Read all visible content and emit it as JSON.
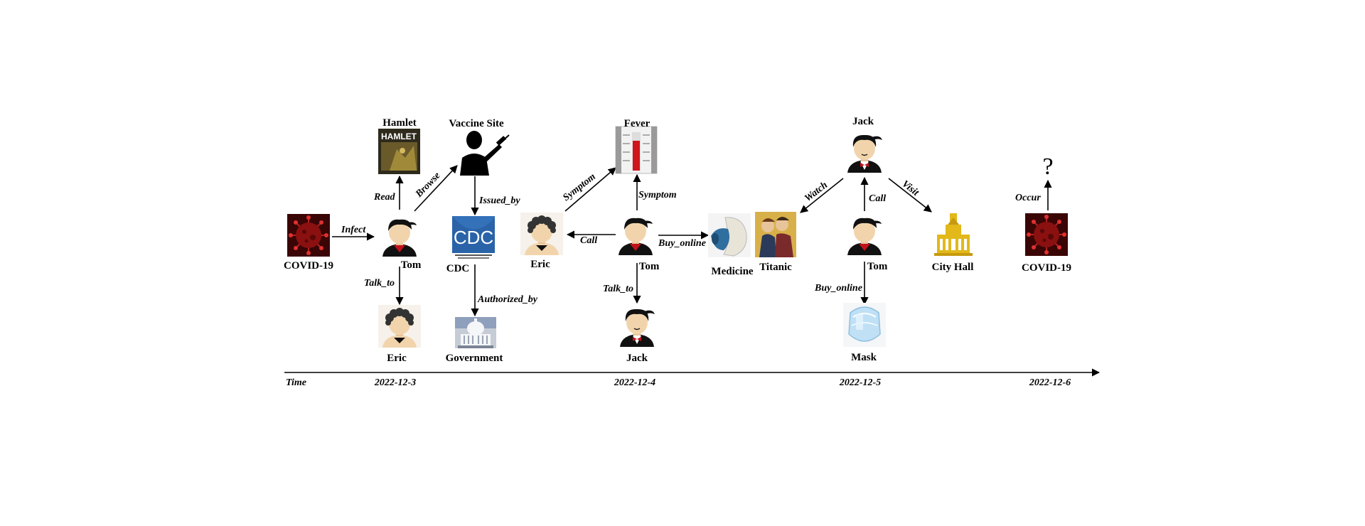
{
  "nodes": {
    "covid_1": "COVID-19",
    "hamlet": "Hamlet",
    "hamlet_cover": "HAMLET",
    "vaccine_site": "Vaccine Site",
    "tom_1": "Tom",
    "cdc": "CDC",
    "cdc_logo": "CDC",
    "eric_1": "Eric",
    "government": "Government",
    "eric_2": "Eric",
    "fever": "Fever",
    "tom_2": "Tom",
    "jack_1": "Jack",
    "medicine": "Medicine",
    "titanic": "Titanic",
    "jack_2": "Jack",
    "tom_3": "Tom",
    "mask": "Mask",
    "city_hall": "City Hall",
    "covid_2": "COVID-19",
    "unknown": "?"
  },
  "relations": {
    "infect": "Infect",
    "read": "Read",
    "browse": "Browse",
    "talk_to_1": "Talk_to",
    "issued_by": "Issued_by",
    "authorized_by": "Authorized_by",
    "symptom_1": "Symptom",
    "symptom_2": "Symptom",
    "call_1": "Call",
    "buy_online_1": "Buy_online",
    "talk_to_2": "Talk_to",
    "watch": "Watch",
    "call_2": "Call",
    "visit": "Visit",
    "buy_online_2": "Buy_online",
    "occur": "Occur"
  },
  "timeline": {
    "label": "Time",
    "dates": [
      "2022-12-3",
      "2022-12-4",
      "2022-12-5",
      "2022-12-6"
    ]
  },
  "colors": {
    "virus": "#8b1010",
    "virus_dark": "#3a0505",
    "skin": "#f2d4ac",
    "hair": "#111111",
    "shirt_red": "#c0121a",
    "cdc_blue": "#2a63a8",
    "hamlet_bg": "#2e2a1c",
    "titanic_bg": "#d8b04a",
    "cityhall_yellow": "#e2b81a",
    "mask_blue": "#bfe0f5",
    "thermo_red": "#d0161c"
  }
}
